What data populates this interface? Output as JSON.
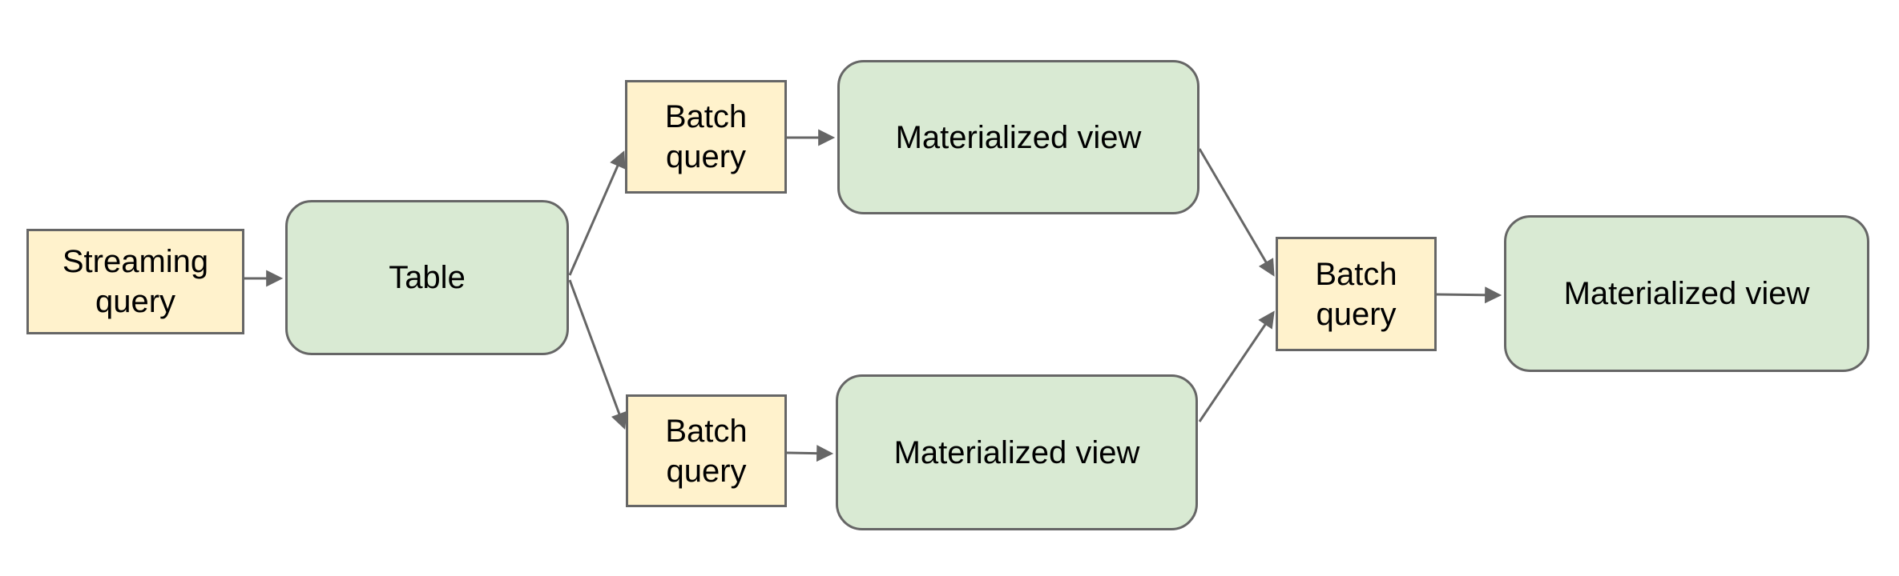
{
  "palette": {
    "canvas_bg": "#ffffff",
    "query_fill": "#fff2cc",
    "query_border": "#666666",
    "view_fill": "#d9ead3",
    "view_border": "#666666",
    "arrow_color": "#666666",
    "text_color": "#000000"
  },
  "nodes": [
    {
      "id": "streaming-query",
      "label": "Streaming query",
      "kind": "query"
    },
    {
      "id": "table",
      "label": "Table",
      "kind": "view"
    },
    {
      "id": "batch-query-top",
      "label": "Batch query",
      "kind": "query"
    },
    {
      "id": "materialized-view-top",
      "label": "Materialized view",
      "kind": "view"
    },
    {
      "id": "batch-query-bottom",
      "label": "Batch query",
      "kind": "query"
    },
    {
      "id": "materialized-view-bottom",
      "label": "Materialized view",
      "kind": "view"
    },
    {
      "id": "batch-query-right",
      "label": "Batch query",
      "kind": "query"
    },
    {
      "id": "materialized-view-right",
      "label": "Materialized view",
      "kind": "view"
    }
  ],
  "edges": [
    {
      "from": "streaming-query",
      "to": "table"
    },
    {
      "from": "table",
      "to": "batch-query-top"
    },
    {
      "from": "table",
      "to": "batch-query-bottom"
    },
    {
      "from": "batch-query-top",
      "to": "materialized-view-top"
    },
    {
      "from": "batch-query-bottom",
      "to": "materialized-view-bottom"
    },
    {
      "from": "materialized-view-top",
      "to": "batch-query-right"
    },
    {
      "from": "materialized-view-bottom",
      "to": "batch-query-right"
    },
    {
      "from": "batch-query-right",
      "to": "materialized-view-right"
    }
  ]
}
